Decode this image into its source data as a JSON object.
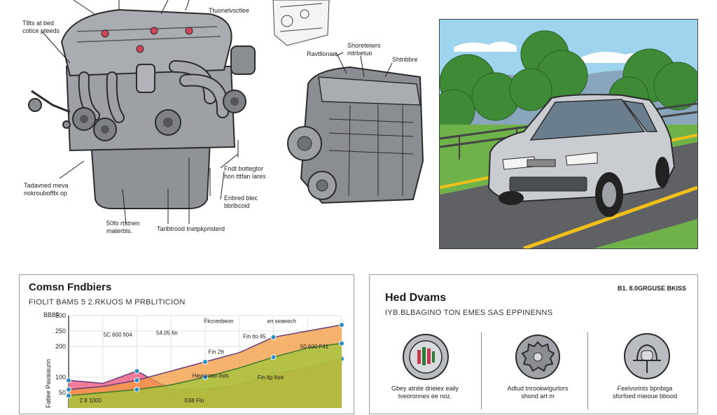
{
  "engine_large": {
    "callouts": {
      "top_left": "T8ts at bed\ncotice pteeds",
      "mid_left": "Tadavned meva\nnokrouboffbi op",
      "bottom_left": "50fo rtstnen\nmaterbls.",
      "bottom_mid": "Taribtrood tnetpkpristerd",
      "right_upper": "Fndt bottegtor\nhon tttfan lares",
      "right_lower": "Enbred blec\nbbrlbcoid"
    }
  },
  "engine_small": {
    "callouts": {
      "top": "Ttuonelvsctlee",
      "left": "Ravtllonae",
      "top_right": "Shoreteiwrs\nmtrbetuo",
      "right": "Shtnbbre"
    }
  },
  "car_photo": {},
  "chart_panel": {
    "title": "Comsn Fndbiers",
    "subtitle": "FIOLIT BAMS 5 2.RKUOS M PRBLITICION"
  },
  "chart_data": {
    "type": "area",
    "title": "Comsn Fndbiers",
    "subtitle": "FIOLIT BAMS 5 2.RKUOS M PRBLITICION",
    "ylabel": "Fatlee Pavaiaunn",
    "y_unit_label": "BB8F",
    "ylim": [
      0,
      300
    ],
    "y_ticks": [
      300,
      250,
      200,
      100,
      50
    ],
    "x": [
      0,
      1,
      2,
      3,
      4,
      5,
      6,
      7,
      8
    ],
    "series": [
      {
        "color": "#e8527a",
        "values": [
          90,
          80,
          120,
          60,
          60,
          75,
          110,
          130,
          160
        ]
      },
      {
        "color": "#f39a3c",
        "values": [
          60,
          70,
          90,
          120,
          150,
          180,
          230,
          250,
          270
        ]
      },
      {
        "color": "#9fc53a",
        "values": [
          40,
          50,
          60,
          75,
          100,
          130,
          165,
          195,
          210
        ]
      }
    ],
    "annotations": [
      "Fkcranbeon",
      "en seaeech",
      "5C 600 fi04",
      "54.05 fin",
      "Fin tto ll5",
      "50 600 F41",
      "Fin 2tt",
      "Havrecian lists",
      "Fin itp fore",
      "E68 Flo",
      "2 8 1000"
    ]
  },
  "icons_panel": {
    "title": "Hed Dvams",
    "subtitle": "IYB.BLBAGINO TON EMES SAS EPPINENNS",
    "tag": "B1. 8.0GRGUSE BKISS",
    "items": [
      {
        "icon": "gauge-icon",
        "caption": "Gbey atnite drieiex eaily\ntveoronnes ee noz."
      },
      {
        "icon": "gear-icon",
        "caption": "Adtud tnrookwigurlors\nshond art m"
      },
      {
        "icon": "oil-sensor-icon",
        "caption": "Feelvorints bpnbiga\nsforfoed mieoue bbood"
      }
    ]
  }
}
